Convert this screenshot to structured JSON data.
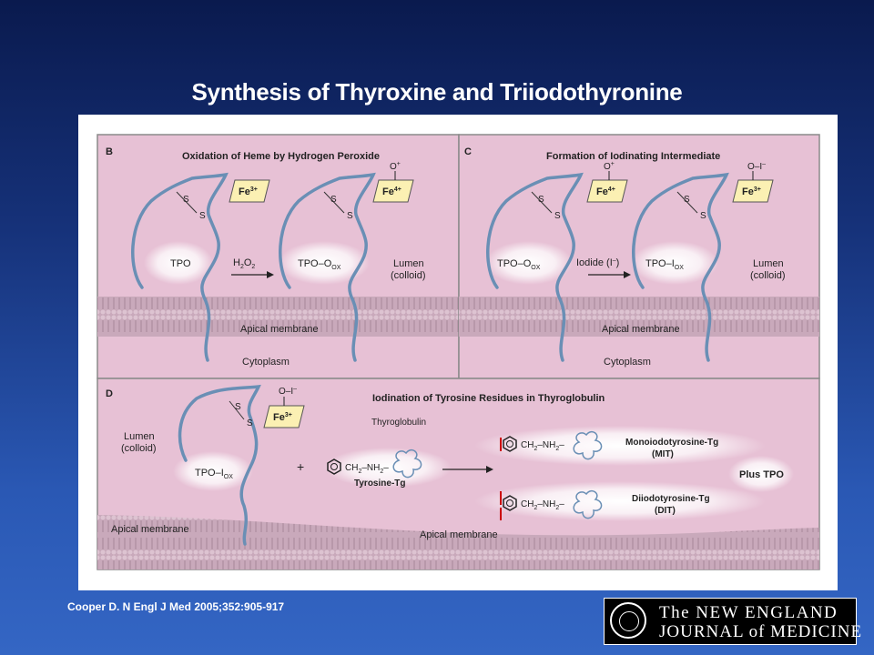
{
  "slide": {
    "title": "Synthesis of Thyroxine and Triiodothyronine",
    "citation": "Cooper D. N Engl J Med 2005;352:905-917",
    "logo": {
      "line1": "The NEW ENGLAND",
      "line2": "JOURNAL of MEDICINE"
    }
  },
  "panels": {
    "b": {
      "letter": "B",
      "title": "Oxidation of Heme by Hydrogen Peroxide",
      "left_enzyme": "TPO",
      "right_enzyme": "TPO–O",
      "right_enzyme_sub": "OX",
      "arrow_label": "H",
      "arrow_label_sub": "2",
      "arrow_label_mid": "O",
      "arrow_label_sub2": "2",
      "left_iron": "Fe",
      "left_iron_sup": "3+",
      "right_iron": "Fe",
      "right_iron_sup": "4+",
      "right_oxygen": "O",
      "right_oxygen_sup": "+",
      "sulfur": "S",
      "lumen": "Lumen",
      "colloid": "(colloid)",
      "membrane": "Apical membrane",
      "cytoplasm": "Cytoplasm"
    },
    "c": {
      "letter": "C",
      "title": "Formation of Iodinating Intermediate",
      "left_enzyme": "TPO–O",
      "left_enzyme_sub": "OX",
      "right_enzyme": "TPO–I",
      "right_enzyme_sub": "OX",
      "arrow_label": "Iodide (I",
      "arrow_label_sup": "–",
      "arrow_label_end": ")",
      "left_iron": "Fe",
      "left_iron_sup": "4+",
      "right_iron": "Fe",
      "right_iron_sup": "3+",
      "left_oxygen": "O",
      "left_oxygen_sup": "+",
      "right_oxygen": "O–I",
      "right_oxygen_sup": "–",
      "sulfur": "S",
      "lumen": "Lumen",
      "colloid": "(colloid)",
      "membrane": "Apical membrane",
      "cytoplasm": "Cytoplasm"
    },
    "d": {
      "letter": "D",
      "title": "Iodination of Tyrosine Residues in Thyroglobulin",
      "lumen": "Lumen",
      "colloid": "(colloid)",
      "enzyme": "TPO–I",
      "enzyme_sub": "OX",
      "iron": "Fe",
      "iron_sup": "3+",
      "oxygen": "O–I",
      "oxygen_sup": "–",
      "sulfur": "S",
      "plus": "+",
      "thyroglobulin": "Thyroglobulin",
      "chain": "CH",
      "chain_sub": "2",
      "chain_mid": "–NH",
      "chain_sub2": "2",
      "chain_end": "–",
      "tyrosine_tg": "Tyrosine-Tg",
      "mit_name": "Monoiodotyrosine-Tg",
      "mit_abbr": "(MIT)",
      "dit_name": "Diiodotyrosine-Tg",
      "dit_abbr": "(DIT)",
      "plus_tpo": "Plus TPO",
      "membrane_left": "Apical membrane",
      "membrane_right": "Apical membrane"
    }
  },
  "colors": {
    "panel_bg": "#e7c1d5",
    "panel_border": "#7a7a7a",
    "protein_strand": "#5b86b3",
    "iron_box": "#fbf0b3",
    "membrane": "#c3a1b3",
    "slide_text": "#ffffff"
  }
}
